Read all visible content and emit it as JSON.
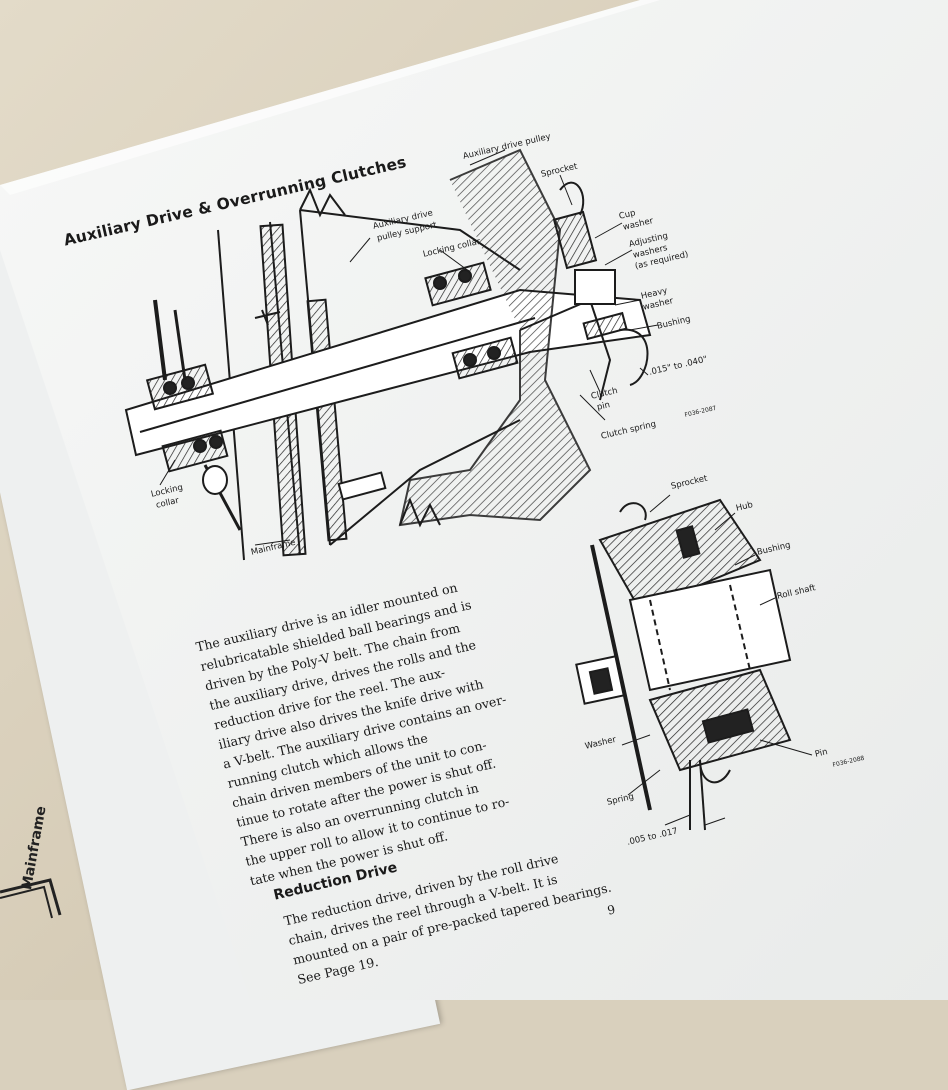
{
  "document": {
    "heading": "Auxiliary Drive & Overrunning Clutches",
    "paragraph_lines": [
      "The auxiliary drive is an idler mounted on",
      "relubricatable shielded ball bearings and is",
      "driven by the Poly-V belt.  The chain from",
      "the auxiliary drive, drives the rolls and the",
      "reduction drive for the reel.  The aux-",
      "iliary drive also drives the knife drive with",
      "a V-belt.  The auxiliary drive contains an over-",
      "running clutch which allows the",
      "chain driven members of the unit to con-",
      "tinue to rotate after the power is shut off.",
      "There is also an overrunning clutch in",
      "the upper roll to allow it to continue to ro-",
      "tate when the power is shut off."
    ],
    "subheading": "Reduction Drive",
    "sub_lines": [
      "The reduction drive, driven by the roll drive",
      "chain, drives the reel through a V-belt.  It is",
      "mounted on a pair of pre-packed tapered bearings.",
      "See Page 19."
    ],
    "page_number": "9",
    "left_page_fragment": "Mainframe"
  },
  "diagram_top": {
    "labels": {
      "aux_pulley": "Auxiliary drive pulley",
      "sprocket": "Sprocket",
      "pulley_support_1": "Auxiliary drive",
      "pulley_support_2": "pulley support",
      "locking_collar_top": "Locking collar",
      "cup_washer_1": "Cup",
      "cup_washer_2": "washer",
      "adj_washers_1": "Adjusting",
      "adj_washers_2": "washers",
      "adj_washers_3": "(as required)",
      "heavy_washer_1": "Heavy",
      "heavy_washer_2": "washer",
      "bushing": "Bushing",
      "clearance": ".015\" to .040\"",
      "clutch_pin_1": "Clutch",
      "clutch_pin_2": "pin",
      "clutch_spring": "Clutch spring",
      "locking_collar_bottom_1": "Locking",
      "locking_collar_bottom_2": "collar",
      "mainframe": "Mainframe",
      "fig_code": "F036-2087"
    }
  },
  "diagram_bottom": {
    "labels": {
      "sprocket": "Sprocket",
      "hub": "Hub",
      "bushing": "Bushing",
      "roll_shaft": "Roll shaft",
      "washer": "Washer",
      "pin": "Pin",
      "spring": "Spring",
      "clearance": ".005 to .017",
      "fig_code": "F036-2088"
    }
  },
  "colors": {
    "paper": "#f4f5f4",
    "ink": "#1a1a1a",
    "table": "#d9d0bd"
  }
}
